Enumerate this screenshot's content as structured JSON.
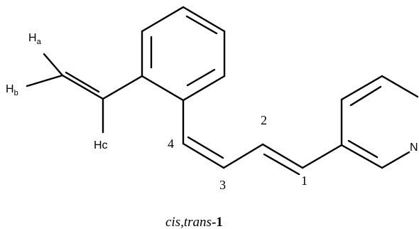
{
  "molecule": {
    "atom_labels": {
      "ha_main": "H",
      "ha_sub": "a",
      "hb_main": "H",
      "hb_sub": "b",
      "hc": "Hc",
      "nitrogen": "N"
    },
    "locants": {
      "c1": "1",
      "c2": "2",
      "c3": "3",
      "c4": "4"
    }
  },
  "caption": {
    "italic_part": "cis,trans",
    "bold_part": "-1"
  }
}
